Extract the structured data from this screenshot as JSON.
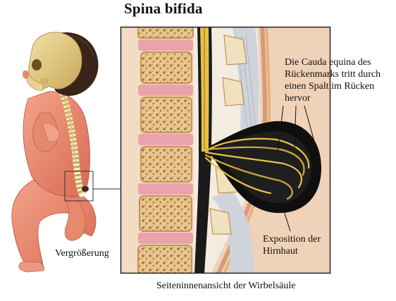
{
  "title": "Spina bifida",
  "labels": {
    "cauda_equina": "Die Cauda equina des Rückenmarks tritt durch einen Spalt im Rücken hervor",
    "exposition_line1": "Exposition der",
    "exposition_line2": "Hirnhaut",
    "zoom": "Vergrößerung",
    "caption": "Seiteninnenansicht der Wirbelsäule"
  }
}
